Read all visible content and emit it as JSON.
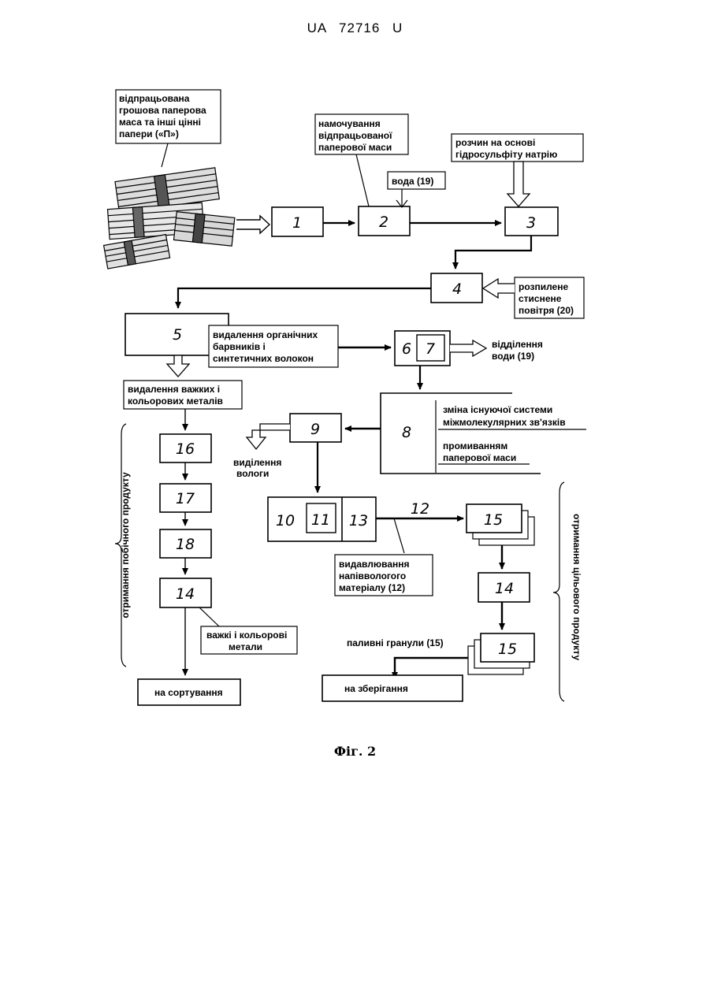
{
  "header": {
    "patent": "UA   72716   U"
  },
  "caption": "Фіг. 2",
  "labels": {
    "money_line1": "відпрацьована",
    "money_line2": "грошова паперова",
    "money_line3": "маса та інші цінні",
    "money_line4": "папери («П»)",
    "soak_line1": "намочування",
    "soak_line2": "відпрацьованої",
    "soak_line3": "паперової маси",
    "water": "вода (19)",
    "solution_line1": "розчин на основі",
    "solution_line2": "гідросульфіту натрію",
    "air_line1": "розпилене",
    "air_line2": "стиснене",
    "air_line3": "повітря (20)",
    "organic_line1": "видалення органічних",
    "organic_line2": "барвників і",
    "organic_line3": "синтетичних волокон",
    "water_sep_line1": "відділення",
    "water_sep_line2": "води (19)",
    "metals_removal_line1": "видалення важких і",
    "metals_removal_line2": "кольорових металів",
    "change_line1": "зміна існуючої системи",
    "change_line2": "міжмолекулярних зв'язків",
    "rinse_line1": "промиванням",
    "rinse_line2": "паперової маси",
    "moisture_line1": "виділення",
    "moisture_line2": "вологи",
    "extrude_line1": "видавлювання",
    "extrude_line2": "напіввологого",
    "extrude_line3": "матеріалу (12)",
    "metals_line1": "важкі і кольорові",
    "metals_line2": "метали",
    "pellets": "паливні гранули (15)",
    "sorting": "на сортування",
    "storage": "на зберігання",
    "byproduct": "отримання побічного продукту",
    "target": "отримання цільового продукту"
  },
  "blocks": {
    "b1": "1",
    "b2": "2",
    "b3": "3",
    "b4": "4",
    "b5": "5",
    "b6": "6",
    "b7": "7",
    "b8": "8",
    "b9": "9",
    "b10": "10",
    "b11": "11",
    "b12": "12",
    "b13": "13",
    "b14a": "14",
    "b14b": "14",
    "b15a": "15",
    "b15b": "15",
    "b16": "16",
    "b17": "17",
    "b18": "18"
  }
}
